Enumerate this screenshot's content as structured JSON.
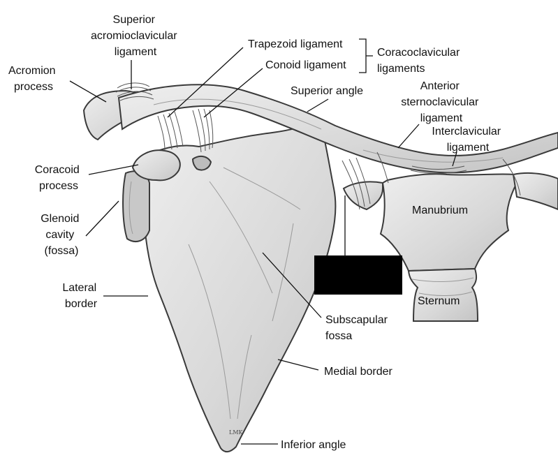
{
  "labels": {
    "superior_acromioclavicular_ligament": [
      "Superior",
      "acromioclavicular",
      "ligament"
    ],
    "trapezoid_ligament": "Trapezoid ligament",
    "conoid_ligament": "Conoid ligament",
    "coracoclavicular_ligaments": [
      "Coracoclavicular",
      "ligaments"
    ],
    "acromion_process": [
      "Acromion",
      "process"
    ],
    "superior_angle": "Superior angle",
    "anterior_sternoclavicular_ligament": [
      "Anterior",
      "sternoclavicular",
      "ligament"
    ],
    "interclavicular_ligament": [
      "Interclavicular",
      "ligament"
    ],
    "coracoid_process": [
      "Coracoid",
      "process"
    ],
    "manubrium": "Manubrium",
    "glenoid_cavity": [
      "Glenoid",
      "cavity",
      "(fossa)"
    ],
    "lateral_border": [
      "Lateral",
      "border"
    ],
    "sternum": "Sternum",
    "subscapular_fossa": [
      "Subscapular",
      "fossa"
    ],
    "medial_border": "Medial border",
    "inferior_angle": "Inferior angle",
    "artist_signature": "LMK"
  },
  "colors": {
    "bone_fill": "#dcdcdc",
    "redaction_box": "#000000",
    "text": "#111111"
  }
}
